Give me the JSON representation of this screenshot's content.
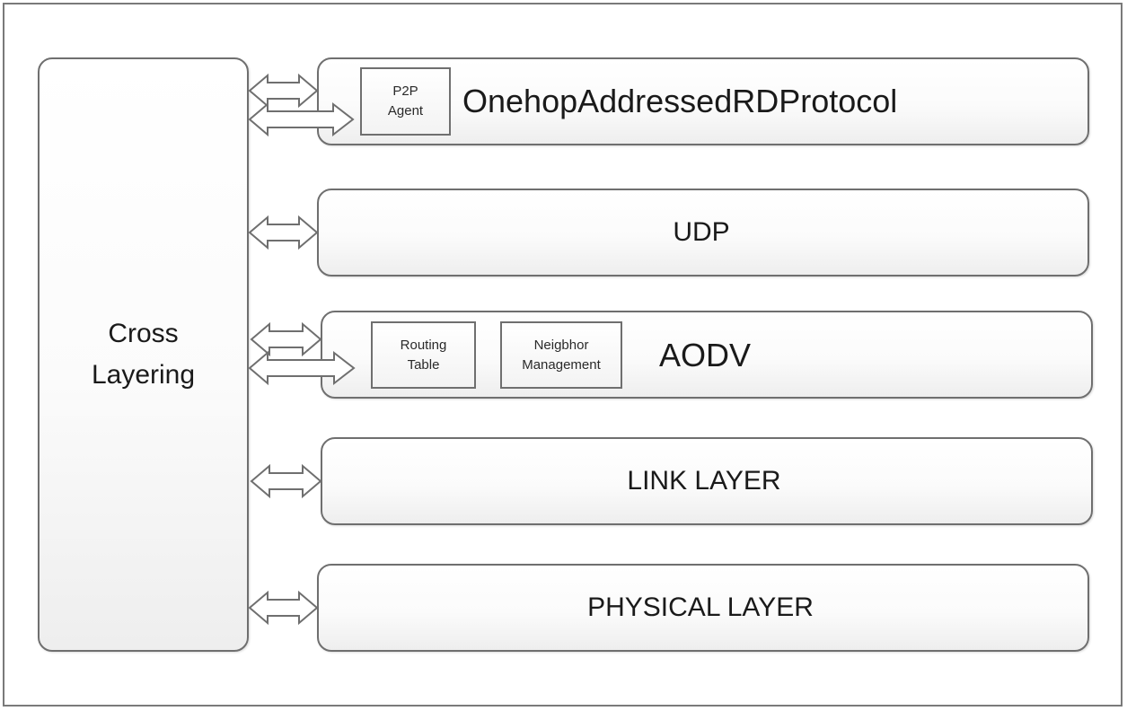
{
  "cross_layering": {
    "label": "Cross Layering"
  },
  "layers": {
    "onehop": {
      "title": "OnehopAddressedRDProtocol",
      "p2p_agent": "P2P Agent"
    },
    "udp": {
      "title": "UDP"
    },
    "aodv": {
      "title": "AODV",
      "routing_table": "Routing Table",
      "neighbor_management": "Neigbhor Management"
    },
    "link": {
      "title": "LINK LAYER"
    },
    "physical": {
      "title": "PHYSICAL LAYER"
    }
  }
}
